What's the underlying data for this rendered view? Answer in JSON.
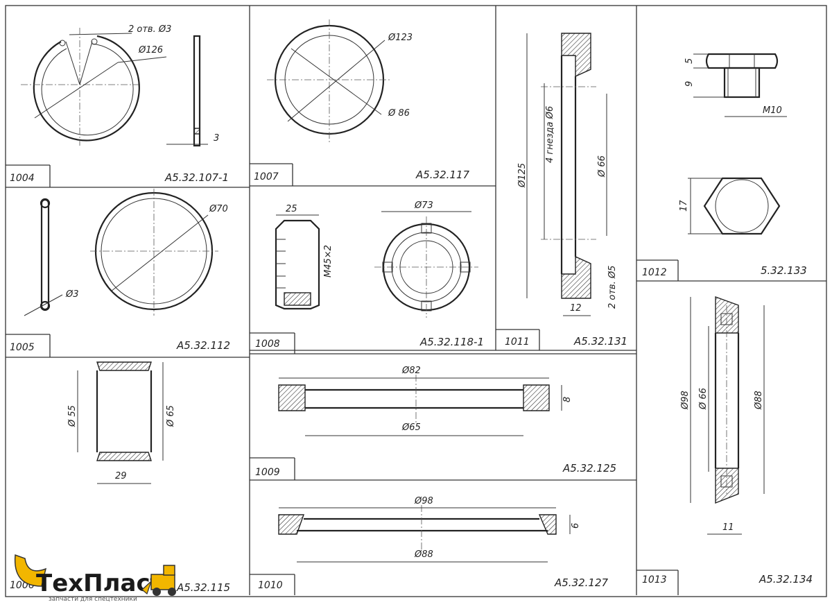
{
  "sheet": {
    "cells": [
      {
        "id": "1004",
        "code": "А5.32.107-1",
        "dims": [
          "2 отв. Ø3",
          "Ø126",
          "3"
        ]
      },
      {
        "id": "1007",
        "code": "А5.32.117",
        "dims": [
          "Ø123",
          "Ø 86"
        ]
      },
      {
        "id": "1011",
        "code": "А5.32.131",
        "dims": [
          "Ø125",
          "4 гнезда Ø6",
          "Ø 66",
          "2 отв. Ø5",
          "12"
        ]
      },
      {
        "id": "1012",
        "code": "5.32.133",
        "dims": [
          "5",
          "9",
          "M10",
          "17"
        ]
      },
      {
        "id": "1005",
        "code": "А5.32.112",
        "dims": [
          "Ø70",
          "Ø3"
        ]
      },
      {
        "id": "1008",
        "code": "А5.32.118-1",
        "dims": [
          "25",
          "M45×2",
          "Ø73"
        ]
      },
      {
        "id": "1013",
        "code": "А5.32.134",
        "dims": [
          "Ø98",
          "Ø 66",
          "Ø88",
          "11"
        ]
      },
      {
        "id": "1006",
        "code": "А5.32.115",
        "dims": [
          "Ø 55",
          "Ø 65",
          "29"
        ]
      },
      {
        "id": "1009",
        "code": "А5.32.125",
        "dims": [
          "Ø82",
          "Ø65",
          "8"
        ]
      },
      {
        "id": "1010",
        "code": "А5.32.127",
        "dims": [
          "Ø98",
          "Ø88",
          "6"
        ]
      }
    ]
  },
  "logo": {
    "name": "ТехПласт",
    "tagline": "запчасти для спецтехники"
  }
}
